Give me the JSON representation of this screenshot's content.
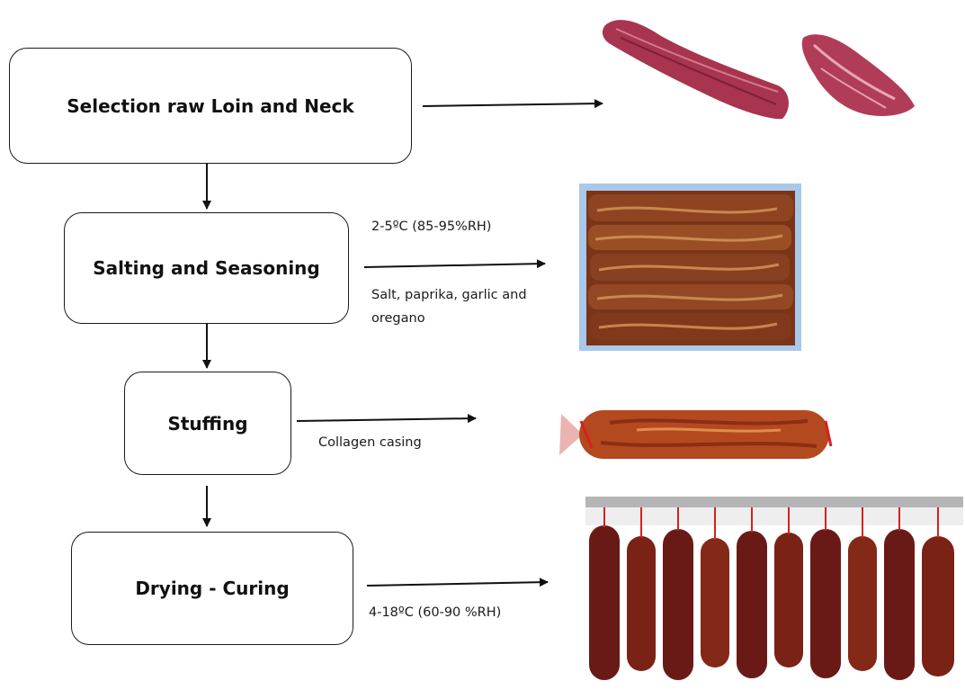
{
  "steps": [
    {
      "label": "Selection raw Loin and Neck"
    },
    {
      "label": "Salting and Seasoning"
    },
    {
      "label": "Stuffing"
    },
    {
      "label": "Drying - Curing"
    }
  ],
  "notes": {
    "salting_conditions": "2-5ºC (85-95%RH)",
    "salting_ingredients_line1": "Salt, paprika, garlic and",
    "salting_ingredients_line2": "oregano",
    "stuffing_casing": "Collagen casing",
    "drying_conditions": "4-18ºC (60-90 %RH)"
  },
  "photos": [
    "raw-loin-and-neck",
    "seasoned-loins-tray",
    "stuffed-sausage",
    "hanging-cured-sausages"
  ],
  "colors": {
    "meat_raw": "#a8344f",
    "seasoned": "#8a3c1e",
    "casing_tie": "#d72020",
    "cured": "#6a1a16"
  }
}
